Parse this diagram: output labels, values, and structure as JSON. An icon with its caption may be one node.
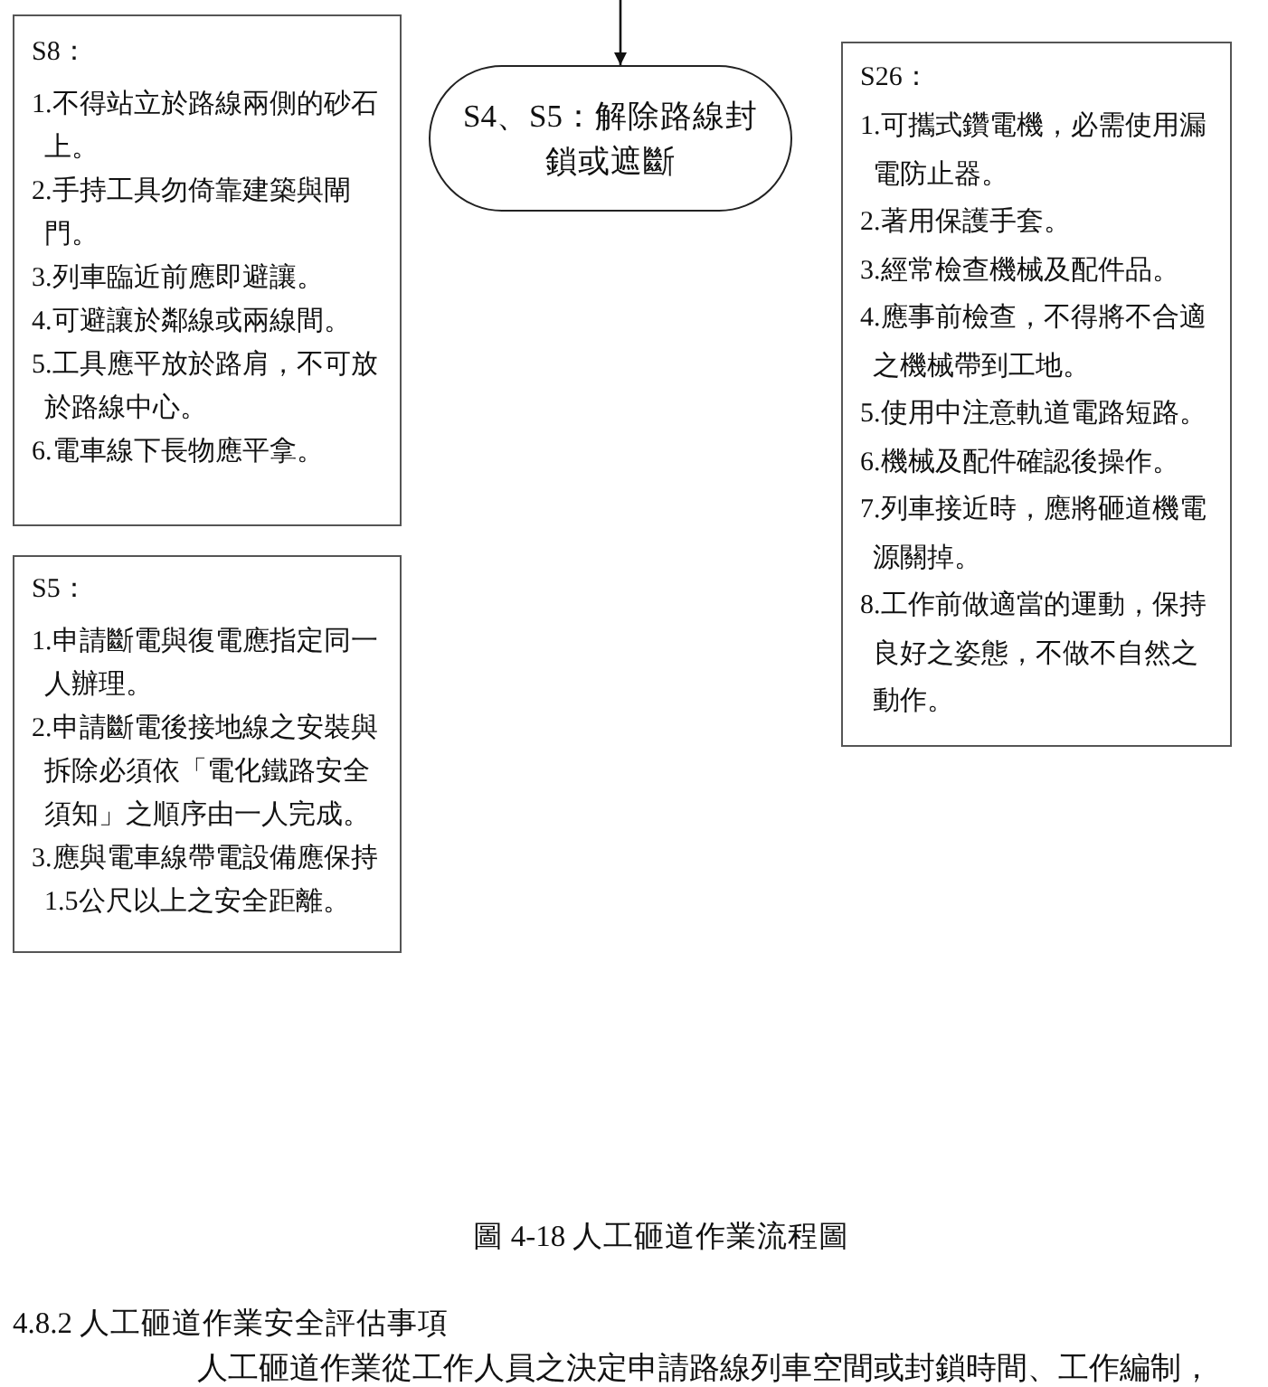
{
  "diagram": {
    "caption": "圖 4-18 人工砸道作業流程圖",
    "nodes": [
      {
        "text": [
          "S8：",
          "1.不得站立於路線兩側的砂石上。",
          "2.手持工具勿倚靠建築與閘門。",
          "3.列車臨近前應即避讓。",
          "4.可避讓於鄰線或兩線間。",
          "5.工具應平放於路肩，不可放於路線中心。",
          "6.電車線下長物應平拿。"
        ]
      },
      {
        "text": [
          "S4、S5：解除路線封鎖或遮斷"
        ]
      },
      {
        "text": [
          "S26：",
          "1.可攜式鑽電機，必需使用漏電防止器。",
          "2.著用保護手套。",
          "3.經常檢查機械及配件品。",
          "4.應事前檢查，不得將不合適之機械帶到工地。",
          "5.使用中注意軌道電路短路。",
          "6.機械及配件確認後操作。",
          "7.列車接近時，應將砸道機電源關掉。",
          "8.工作前做適當的運動，保持良好之姿態，不做不自然之動作。"
        ]
      },
      {
        "text": [
          "S5：",
          "1.申請斷電與復電應指定同一人辦理。",
          "2.申請斷電後接地線之安裝與拆除必須依「電化鐵路安全須知」之順序由一人完成。",
          "3.應與電車線帶電設備應保持1.5公尺以上之安全距離。"
        ]
      }
    ],
    "edges": [
      {
        "from": null,
        "to": 1,
        "arrow": "to"
      }
    ],
    "labels": [
      "4.8.2 人工砸道作業安全評估事項",
      "人工砸道作業從工作人員之決定申請路線列車空間或封鎖時間、工作編制，"
    ]
  }
}
